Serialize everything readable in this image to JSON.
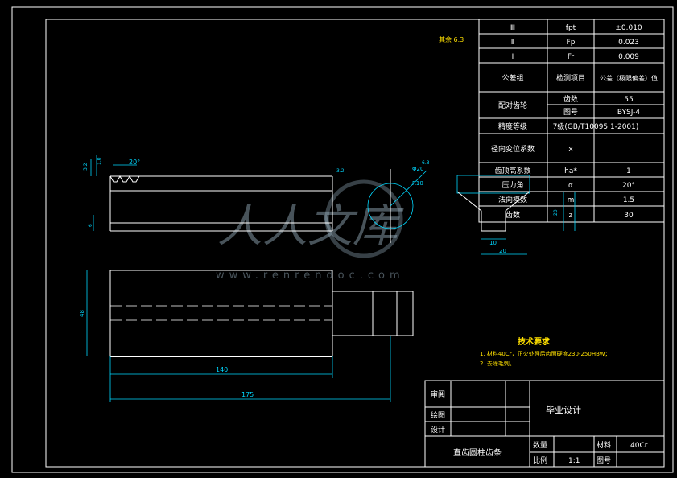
{
  "roughness_note": "其余 6.3",
  "params_table": {
    "rows": [
      [
        "Ⅲ",
        "fpt",
        "±0.010"
      ],
      [
        "Ⅱ",
        "Fp",
        "0.023"
      ],
      [
        "Ⅰ",
        "Fr",
        "0.009"
      ],
      [
        "公差组",
        "检测项目",
        "公差（极限偏差）值"
      ],
      [
        "配对齿轮",
        "齿数",
        "55"
      ],
      [
        "",
        "图号",
        "BYSJ-4"
      ],
      [
        "精度等级",
        "7级(GB/T10095.1-2001)",
        ""
      ],
      [
        "径向变位系数",
        "x",
        ""
      ],
      [
        "齿顶高系数",
        "ha*",
        "1"
      ],
      [
        "压力角",
        "α",
        "20°"
      ],
      [
        "法向模数",
        "m",
        "1.5"
      ],
      [
        "齿数",
        "z",
        "30"
      ]
    ]
  },
  "dimensions": {
    "angle": "20°",
    "d140": "140",
    "d175": "175",
    "d10": "10",
    "d20": "20",
    "roughness_a": "3.2",
    "roughness_b": "6.3",
    "dia_phi": "Φ20",
    "r10": "R10",
    "h_left": "48",
    "small_a": "3.2",
    "small_b": "1.0",
    "small_c": "6",
    "section_h": "20"
  },
  "tech": {
    "title": "技术要求",
    "line1": "1. 材料40Cr，正火处理后齿面硬度230-250HBW；",
    "line2": "2. 去除毛刺。"
  },
  "title_block": {
    "review": "审阅",
    "drawing": "绘图",
    "design": "设计",
    "project": "毕业设计",
    "part_name": "直齿圆柱齿条",
    "qty_label": "数量",
    "scale_label": "比例",
    "scale_value": "1:1",
    "material_label": "材料",
    "material_value": "40Cr",
    "drawing_no_label": "图号"
  },
  "watermark": {
    "brand": "人人文库",
    "url": "www.renrendoc.com"
  }
}
